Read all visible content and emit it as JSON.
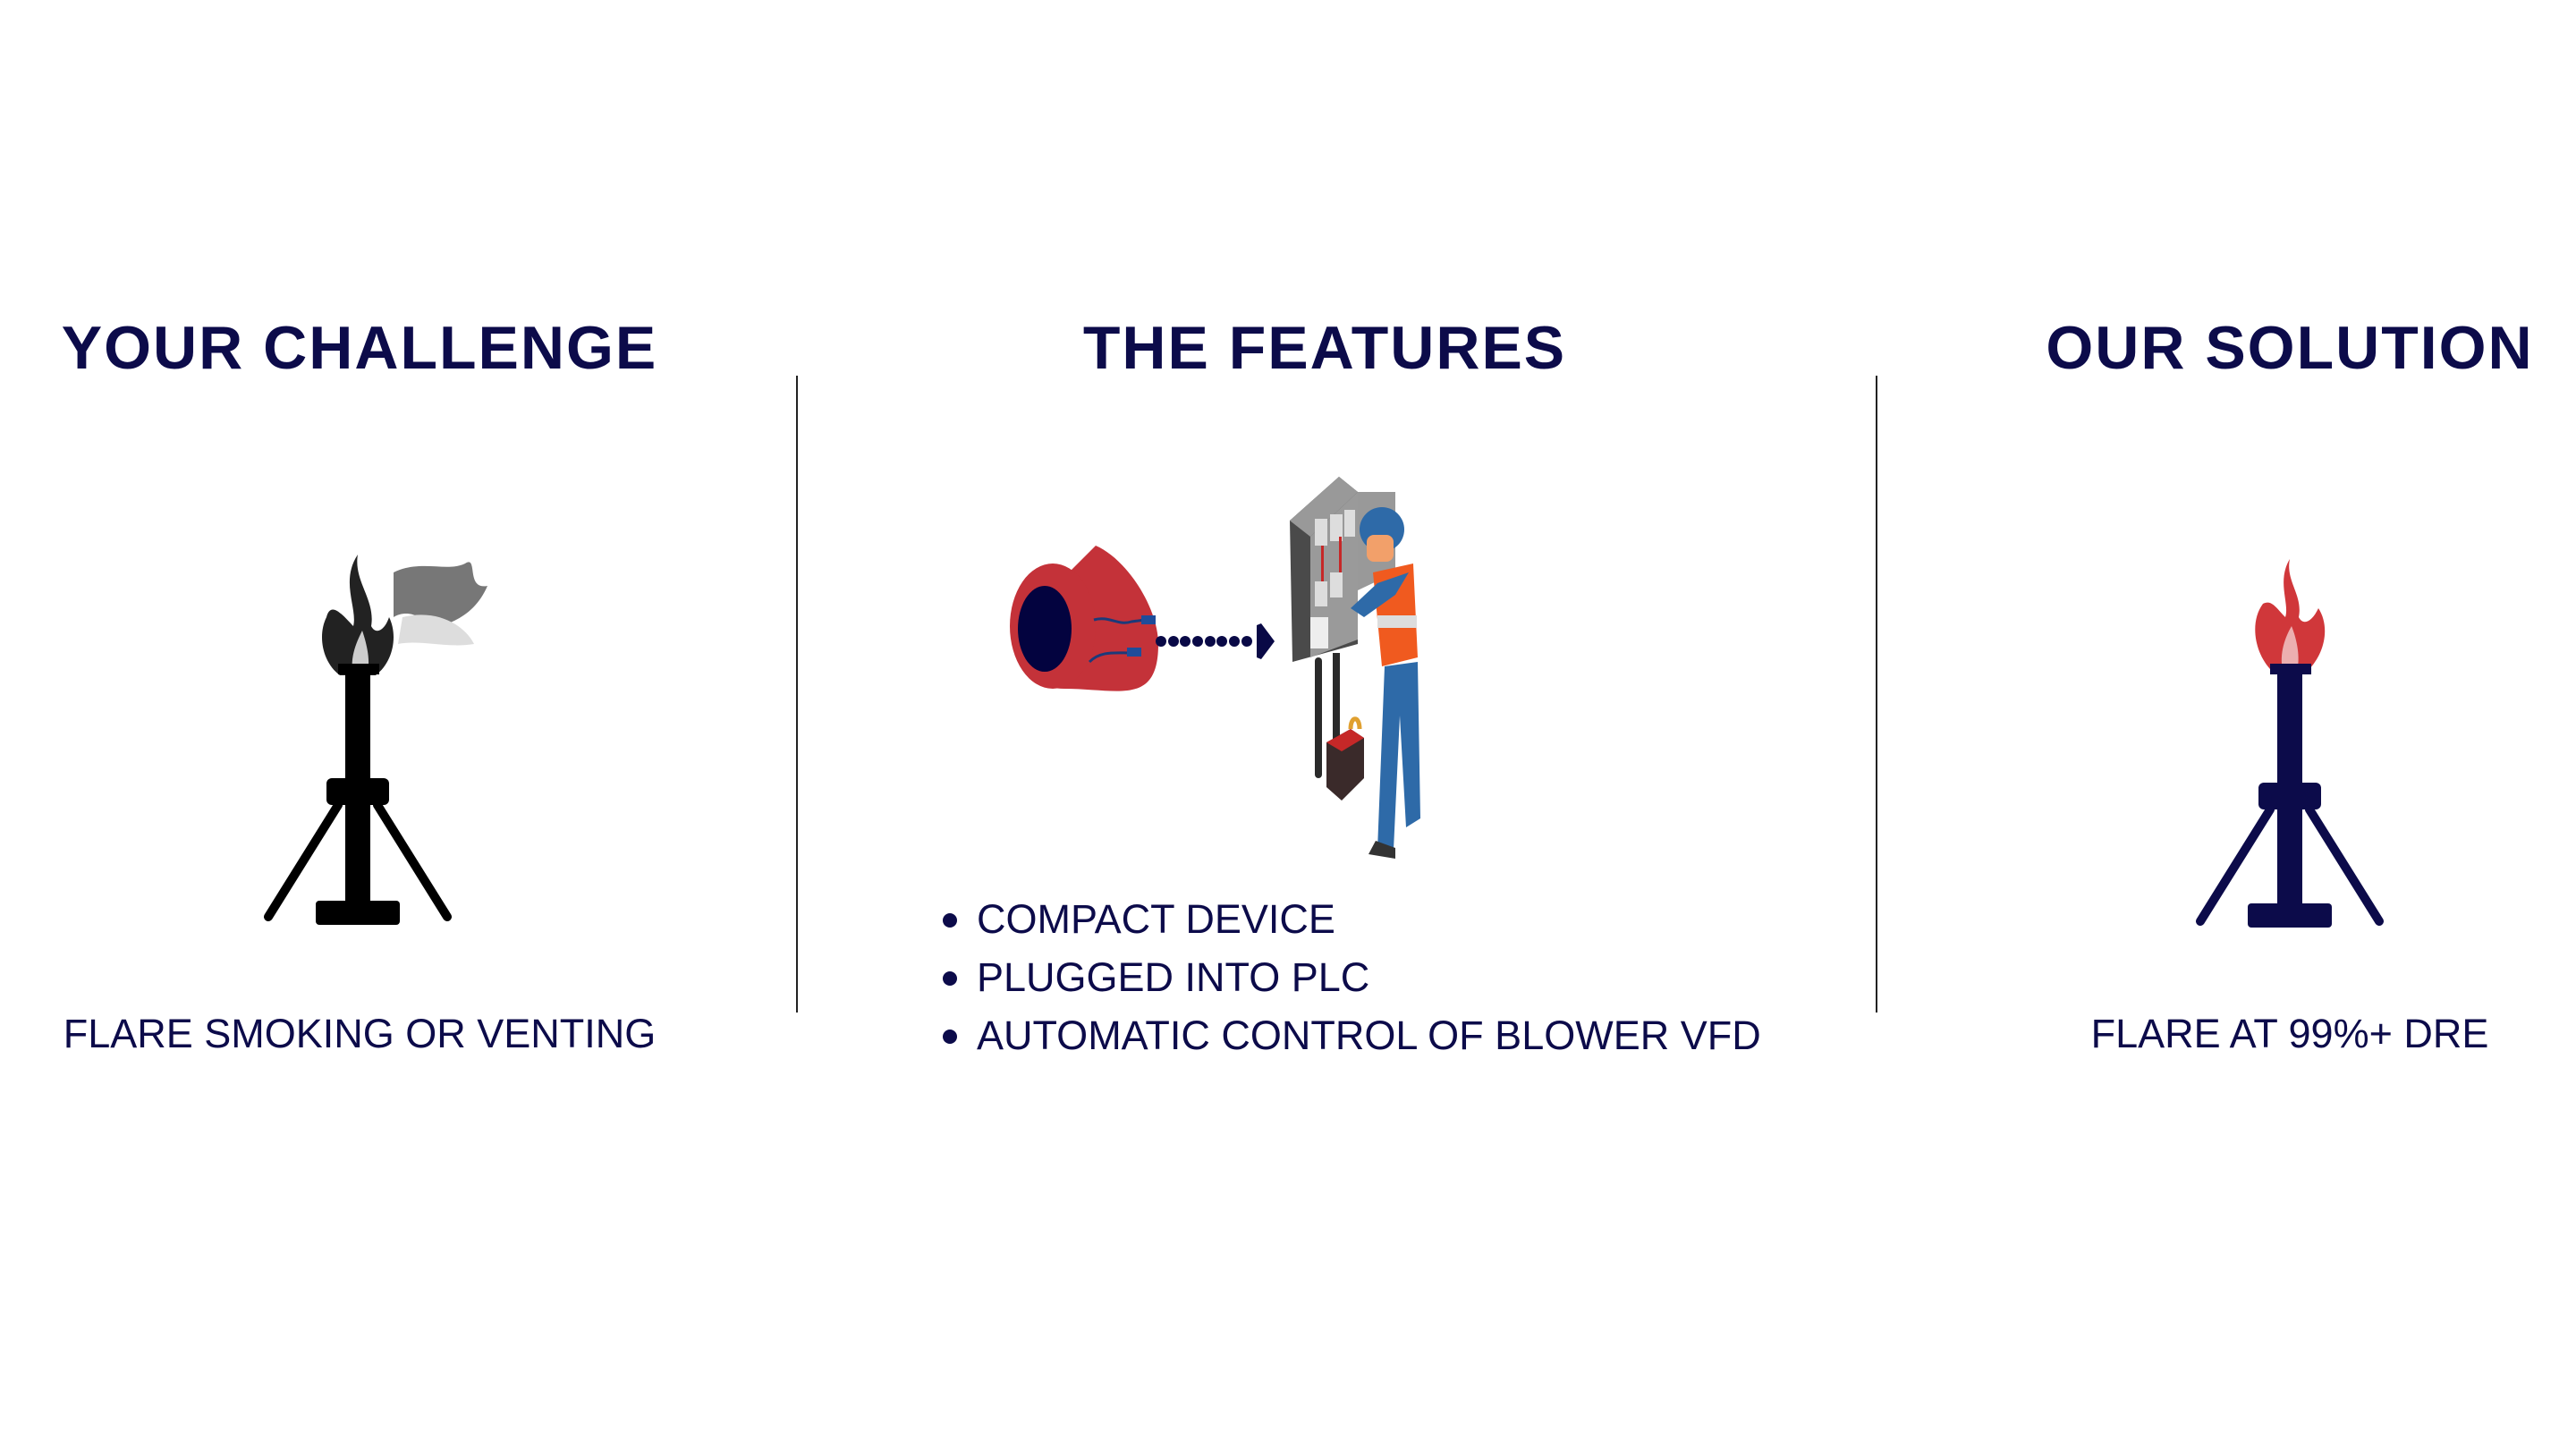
{
  "columns": {
    "challenge": {
      "heading": "YOUR CHALLENGE",
      "caption": "FLARE SMOKING OR VENTING",
      "icon": "smoking-flare-icon"
    },
    "features": {
      "heading": "THE FEATURES",
      "bullets": [
        "COMPACT DEVICE",
        "PLUGGED INTO PLC",
        "AUTOMATIC CONTROL OF BLOWER VFD"
      ],
      "icons": [
        "sensor-device-icon",
        "dotted-arrow-icon",
        "technician-at-control-panel-icon"
      ]
    },
    "solution": {
      "heading": "OUR SOLUTION",
      "caption": "FLARE AT 99%+ DRE",
      "icon": "clean-flare-icon"
    }
  },
  "colors": {
    "navy": "#0c0b4a",
    "red": "#c43239",
    "black": "#000000"
  }
}
